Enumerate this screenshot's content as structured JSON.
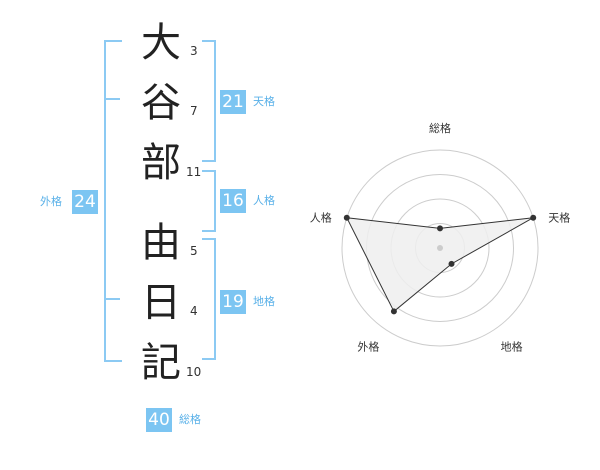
{
  "name": {
    "surname": [
      {
        "char": "大",
        "strokes": "3"
      },
      {
        "char": "谷",
        "strokes": "7"
      },
      {
        "char": "部",
        "strokes": "11"
      }
    ],
    "given": [
      {
        "char": "由",
        "strokes": "5"
      },
      {
        "char": "日",
        "strokes": "4"
      },
      {
        "char": "記",
        "strokes": "10"
      }
    ]
  },
  "kaku": {
    "tenkaku": {
      "value": "21",
      "label": "天格"
    },
    "jinkaku": {
      "value": "16",
      "label": "人格"
    },
    "chikaku": {
      "value": "19",
      "label": "地格"
    },
    "gaikaku": {
      "value": "24",
      "label": "外格"
    },
    "soukaku": {
      "value": "40",
      "label": "総格"
    }
  },
  "chart_data": {
    "type": "radar",
    "axes": [
      "総格",
      "天格",
      "地格",
      "外格",
      "人格"
    ],
    "rings": 4,
    "max": 5,
    "values": [
      1,
      5,
      1,
      4,
      5
    ],
    "colors": {
      "fill": "#efefef",
      "line": "#333333",
      "ring": "#cccccc",
      "point": "#333333"
    }
  }
}
